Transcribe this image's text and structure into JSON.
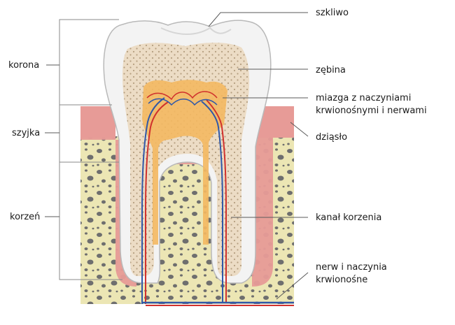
{
  "labels": {
    "enamel": "szkliwo",
    "crown": "korona",
    "dentin": "zębina",
    "pulp_line1": "miazga z naczyniami",
    "pulp_line2": "krwionośnymi i nerwami",
    "neck": "szyjka",
    "gum": "dziąsło",
    "root": "korzeń",
    "root_canal": "kanał korzenia",
    "nerve_line1": "nerw i naczynia",
    "nerve_line2": "krwionośne"
  },
  "colors": {
    "bone": "#ece6b4",
    "bone_spots": "#6e6e6e",
    "gum": "#e79b97",
    "enamel": "#f3f3f3",
    "dentin": "#ecdcc5",
    "pulp": "#f4b860",
    "artery": "#d0312d",
    "vein": "#2f58a8"
  }
}
